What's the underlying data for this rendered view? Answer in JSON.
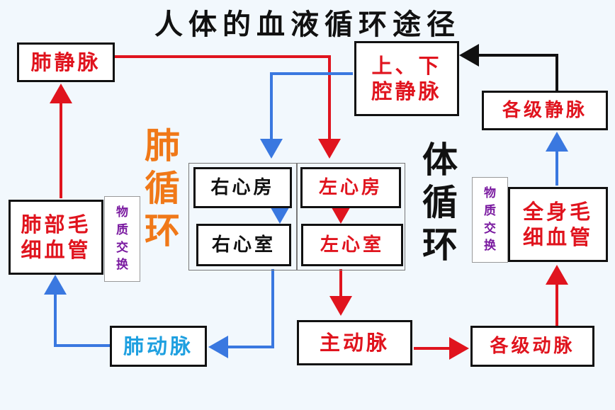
{
  "title": "人体的血液循环途径",
  "boxes": {
    "pulmonary_vein": "肺静脉",
    "venae_cavae_1": "上、下",
    "venae_cavae_2": "腔静脉",
    "systemic_veins": "各级静脉",
    "right_atrium": "右心房",
    "left_atrium": "左心房",
    "right_ventricle": "右心室",
    "left_ventricle": "左心室",
    "lung_cap_1": "肺部毛",
    "lung_cap_2": "细血管",
    "body_cap_1": "全身毛",
    "body_cap_2": "细血管",
    "pulmonary_artery": "肺动脉",
    "aorta": "主动脉",
    "systemic_arteries": "各级动脉"
  },
  "exchange_left": [
    "物",
    "质",
    "交",
    "换"
  ],
  "exchange_right": [
    "物",
    "质",
    "交",
    "换"
  ],
  "pulmonary_label": [
    "肺",
    "循",
    "环"
  ],
  "systemic_label": [
    "体",
    "循",
    "环"
  ],
  "colors": {
    "oxygenated": "#e0141e",
    "deoxygenated": "#3a78e0",
    "pulmonary_label": "#f07818",
    "exchange_text": "#7a1aa0"
  }
}
